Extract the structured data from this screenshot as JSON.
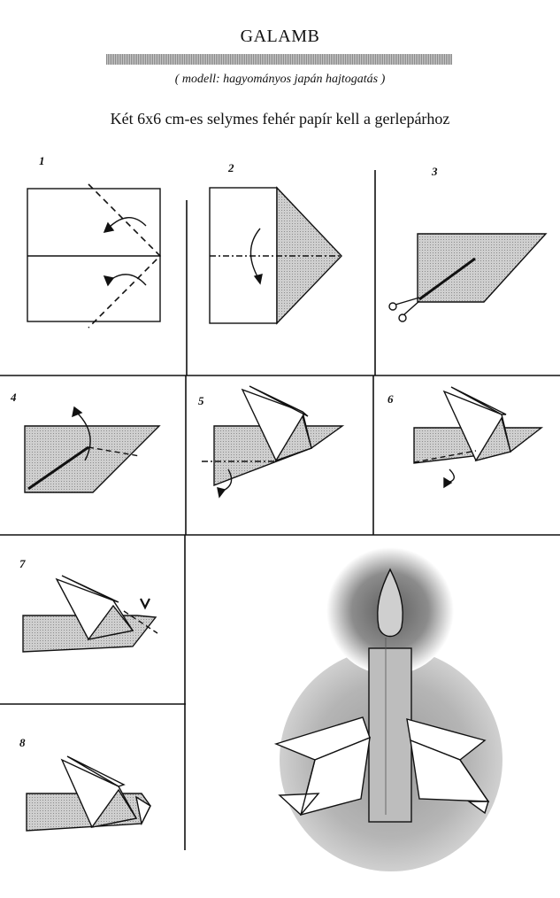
{
  "header": {
    "title": "GALAMB",
    "subtitle": "( modell: hagyományos japán hajtogatás )",
    "instruction": "Két 6x6 cm-es selymes fehér papír kell a gerlepárhoz"
  },
  "steps": [
    {
      "number": "1"
    },
    {
      "number": "2"
    },
    {
      "number": "3"
    },
    {
      "number": "4"
    },
    {
      "number": "5"
    },
    {
      "number": "6"
    },
    {
      "number": "7"
    },
    {
      "number": "8"
    }
  ],
  "colors": {
    "line": "#111111",
    "paper_shaded": "#c9c9c9",
    "paper_white": "#ffffff",
    "glow": "#7a7a7a",
    "glow_light": "#d8d8d8",
    "candle": "#bdbdbd"
  }
}
